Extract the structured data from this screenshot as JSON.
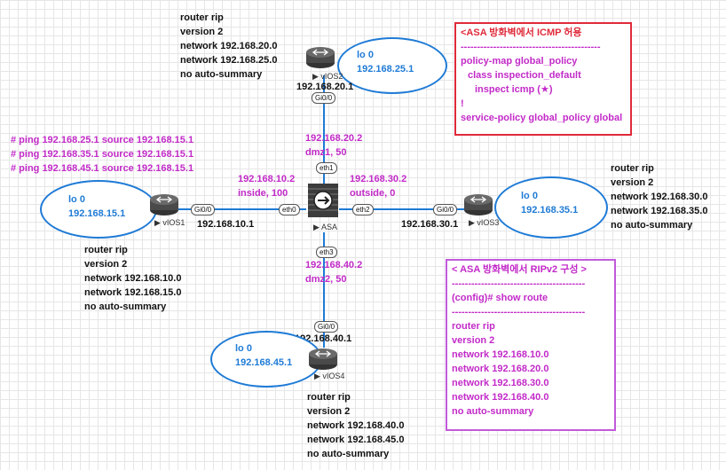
{
  "ping_cmds": [
    "# ping 192.168.25.1 source 192.168.15.1",
    "# ping 192.168.35.1 source 192.168.15.1",
    "# ping 192.168.45.1 source 192.168.15.1"
  ],
  "asa_icmp_box": [
    "<ASA 방화벽에서 ICMP 허용",
    "-------------------------------------------",
    "policy-map global_policy",
    "  class inspection_default",
    "    inspect icmp (★)",
    "!",
    "service-policy global_policy global"
  ],
  "asa_rip_box": [
    "< ASA 방화벽에서 RIPv2 구성 >",
    "-----------------------------------------",
    "(config)# show route",
    "-----------------------------------------",
    "router rip",
    "version 2",
    "network 192.168.10.0",
    "network 192.168.20.0",
    "network 192.168.30.0",
    "network 192.168.40.0",
    "no auto-summary"
  ],
  "vios1": {
    "label": "vIOS1",
    "lo_name": "lo 0",
    "lo_ip": "192.168.15.1",
    "port": "Gi0/0",
    "link_ip": "192.168.10.1",
    "config": [
      "router rip",
      "version 2",
      "network 192.168.10.0",
      "network 192.168.15.0",
      "no auto-summary"
    ]
  },
  "vios2": {
    "label": "vIOS2",
    "lo_name": "lo 0",
    "lo_ip": "192.168.25.1",
    "port": "Gi0/0",
    "link_ip": "192.168.20.1",
    "config": [
      "router rip",
      "version 2",
      "network 192.168.20.0",
      "network 192.168.25.0",
      "no auto-summary"
    ]
  },
  "vios3": {
    "label": "vIOS3",
    "lo_name": "lo 0",
    "lo_ip": "192.168.35.1",
    "port": "Gi0/0",
    "link_ip": "192.168.30.1",
    "config": [
      "router rip",
      "version 2",
      "network 192.168.30.0",
      "network 192.168.35.0",
      "no auto-summary"
    ]
  },
  "vios4": {
    "label": "vIOS4",
    "lo_name": "lo 0",
    "lo_ip": "192.168.45.1",
    "port": "Gi0/0",
    "link_ip": "192.168.40.1",
    "config": [
      "router rip",
      "version 2",
      "network 192.168.40.0",
      "network 192.168.45.0",
      "no auto-summary"
    ]
  },
  "asa": {
    "label": "ASA",
    "eth0": {
      "port": "eth0",
      "ip": "192.168.10.2",
      "name": "inside, 100"
    },
    "eth1": {
      "port": "eth1",
      "ip": "192.168.20.2",
      "name": "dmz1, 50"
    },
    "eth2": {
      "port": "eth2",
      "ip": "192.168.30.2",
      "name": "outside, 0"
    },
    "eth3": {
      "port": "eth3",
      "ip": "192.168.40.2",
      "name": "dmz2, 50"
    }
  },
  "colors": {
    "link": "#1f7bd6",
    "magenta": "#c22ac8",
    "red_border": "#e02a3a",
    "purple_border": "#c25adb",
    "router": "#4a4a4a"
  }
}
